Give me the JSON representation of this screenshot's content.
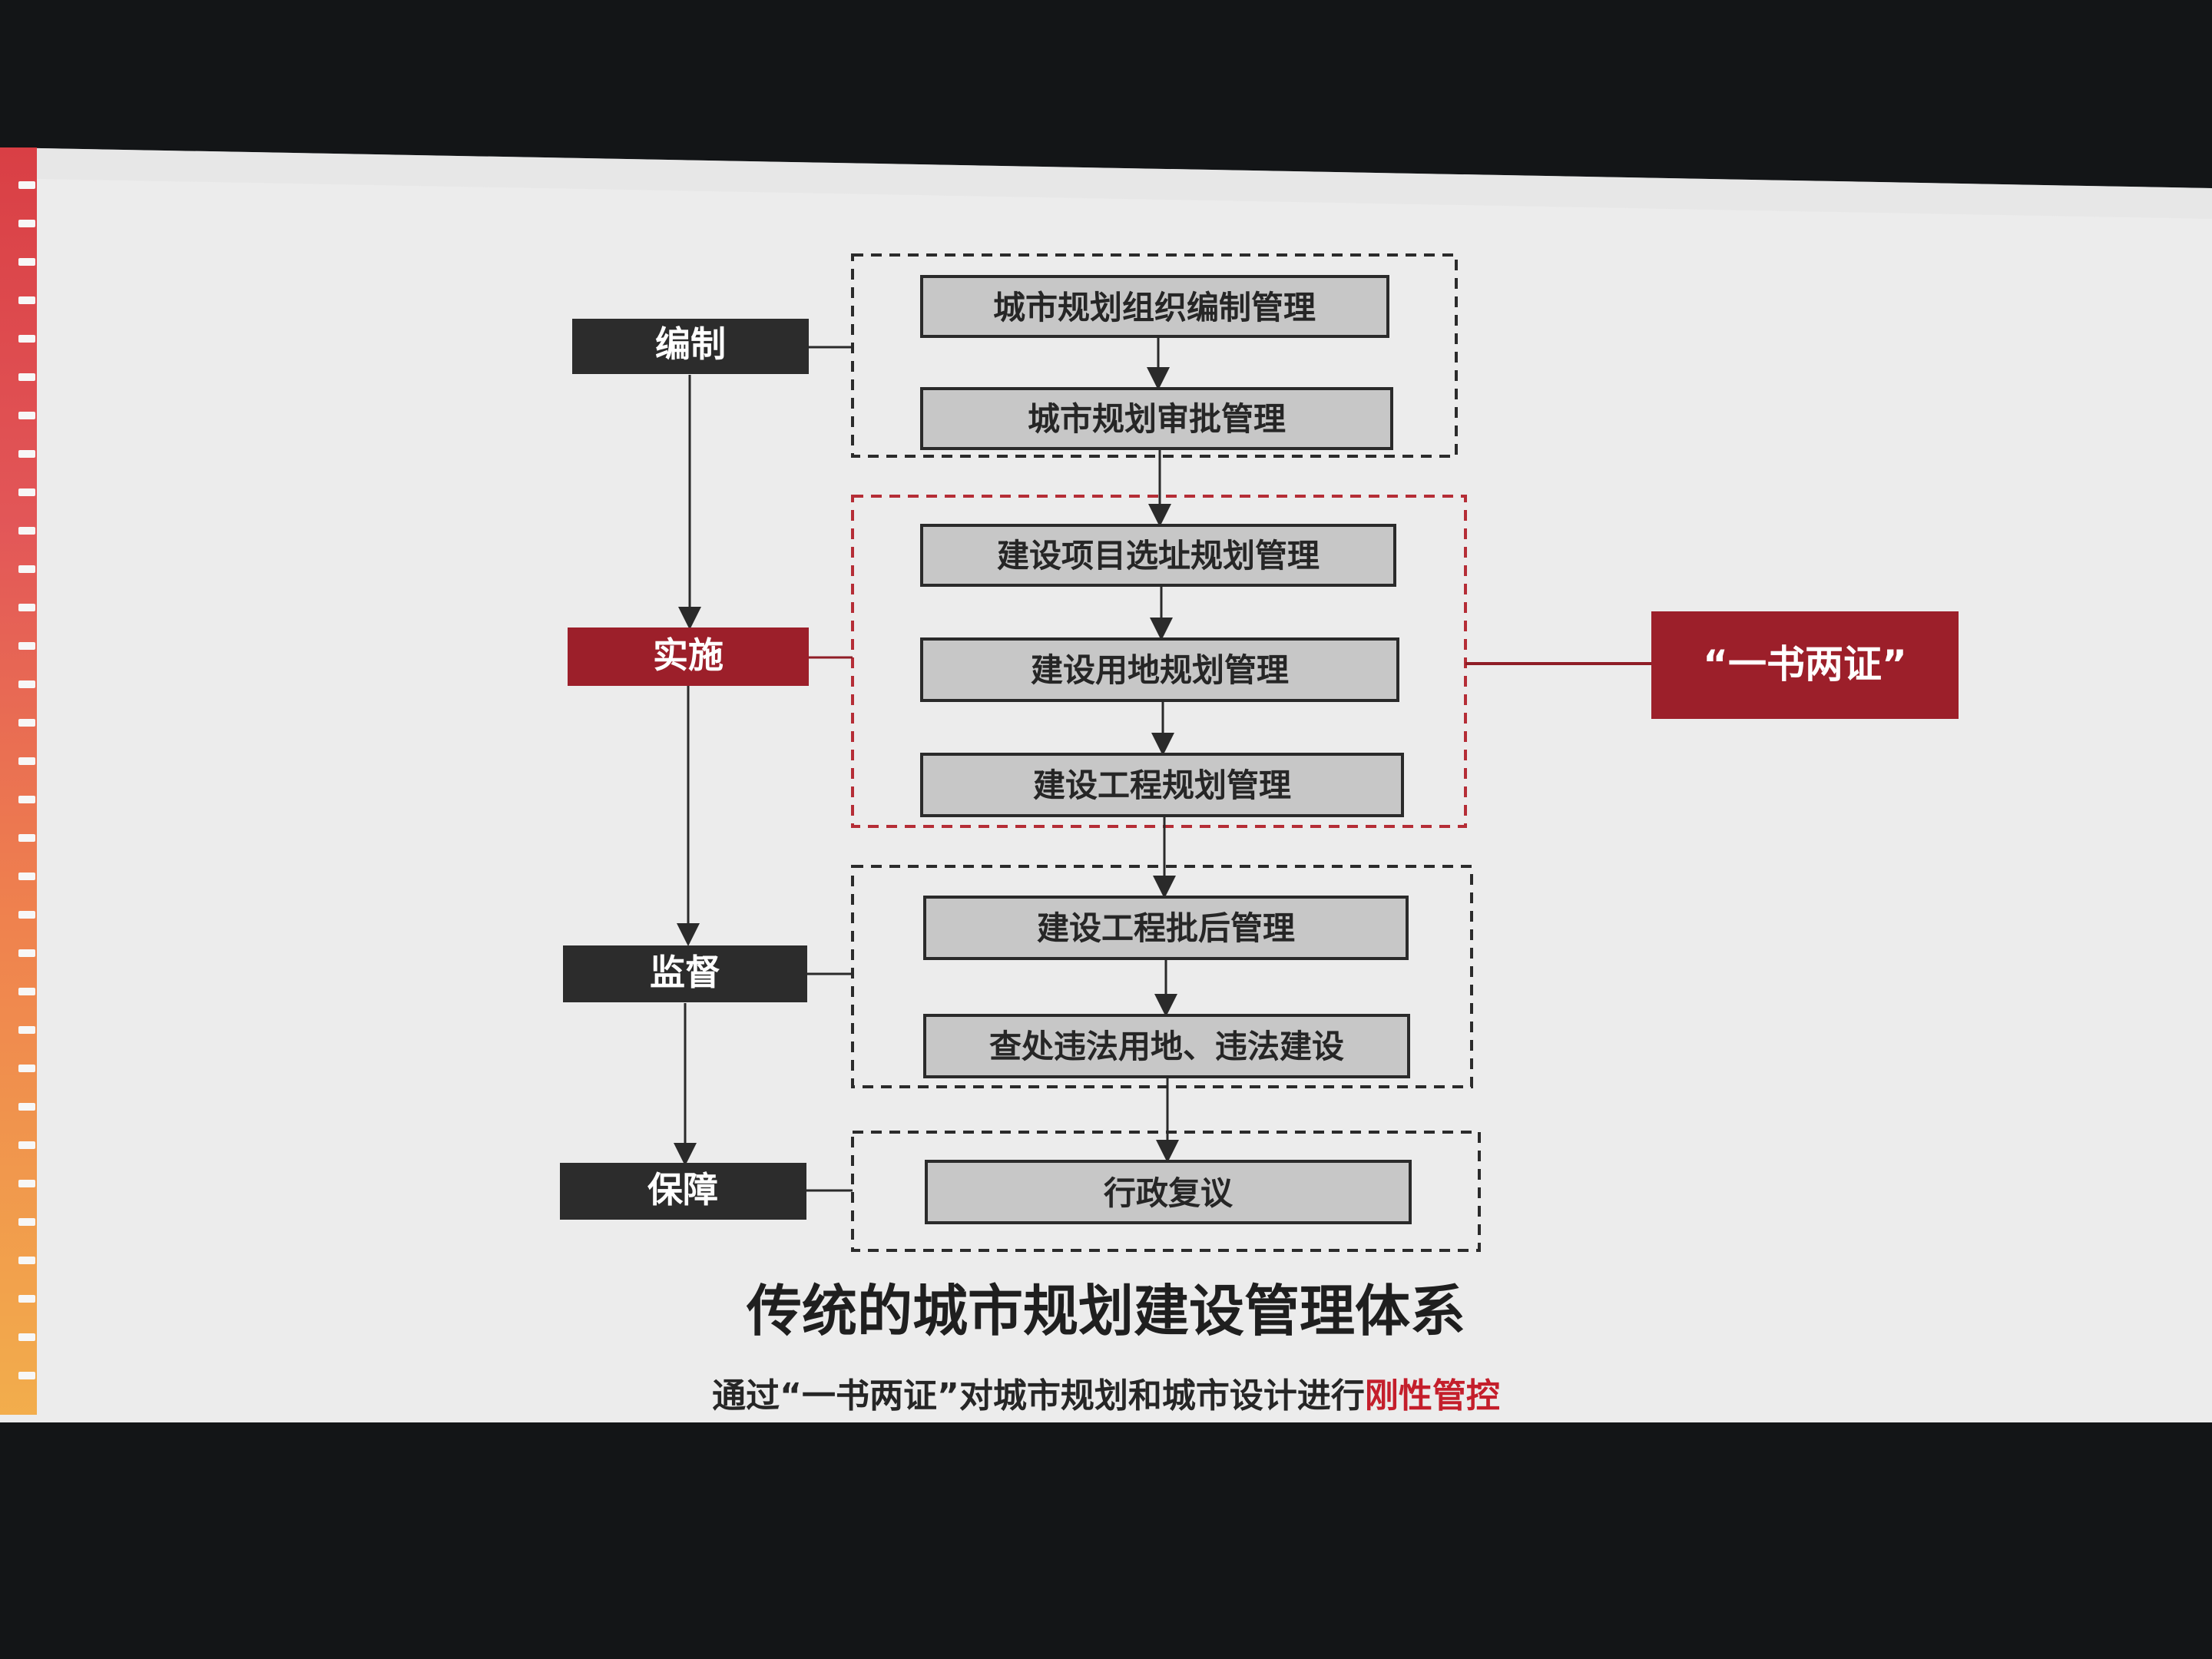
{
  "diagram": {
    "left_labels": {
      "compile": "编制",
      "implement": "实施",
      "supervise": "监督",
      "guarantee": "保障"
    },
    "process_steps": {
      "step_1": "城市规划组织编制管理",
      "step_2": "城市规划审批管理",
      "step_3": "建设项目选址规划管理",
      "step_4": "建设用地规划管理",
      "step_5": "建设工程规划管理",
      "step_6": "建设工程批后管理",
      "step_7": "查处违法用地、违法建设",
      "step_8": "行政复议"
    },
    "right_label": "“一书两证”"
  },
  "captions": {
    "title": "传统的城市规划建设管理体系",
    "subtitle_prefix": "通过“一书两证”对城市规划和城市设计进行",
    "subtitle_highlight": "刚性管控"
  },
  "colors": {
    "screen_black": "#131517",
    "slide_bg": "#ececec",
    "dark_label": "#2c2c2c",
    "red_accent": "#9c1f2a",
    "step_fill": "#c7c7c7",
    "highlight_text": "#c41e2b"
  }
}
